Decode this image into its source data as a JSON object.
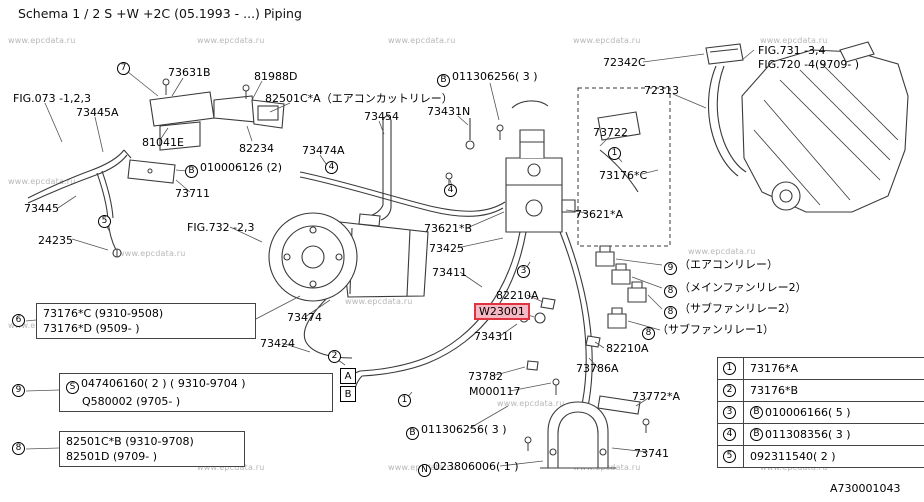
{
  "title": "Schema 1 / 2 S +W +2C (05.1993 - ...) Piping",
  "watermark": "www.epcdata.ru",
  "colors": {
    "highlight_bg": "#f6b9c4",
    "highlight_border": "#e03340",
    "line": "#3a3a3a",
    "watermark_gray": "#b7b7b7"
  },
  "labels": [
    "73631B",
    "81988D",
    "FIG.073 -1,2,3",
    "73445A",
    "82501C*A（エアコンカットリレー）",
    "81041E",
    "82234",
    "73474A",
    "73454",
    "73431N",
    {
      "p": "B",
      "t": "011306256( 3 )"
    },
    "72342C",
    "FIG.731 -3,4",
    "FIG.720 -4(9709- )",
    "72313",
    "73722",
    {
      "p": "B",
      "t": "010006126 (2)"
    },
    "73711",
    "73445",
    "24235",
    "FIG.732 -2,3",
    "73176*C",
    "73621*A",
    "73621*B",
    "73425",
    "73411",
    "82210A",
    "W23001",
    "73431I",
    "82210A",
    "73786A",
    "73474",
    "73424",
    "73782",
    "M000117",
    "73772*A",
    {
      "p": "B",
      "t": "011306256( 3 )"
    },
    {
      "p": "N",
      "t": "023806006( 1 )"
    },
    "73741",
    "A730001043"
  ],
  "relays": [
    {
      "num": "9",
      "text": "（エアコンリレー）"
    },
    {
      "num": "8",
      "text": "（メインファンリレー2）"
    },
    {
      "num": "8",
      "text": "（サブファンリレー2）"
    },
    {
      "num": "8",
      "text": "（サブファンリレー1）"
    }
  ],
  "markers": [
    "7",
    "5",
    "4",
    "4",
    "1",
    "3",
    "2",
    "1"
  ],
  "ab": {
    "a": "A",
    "b": "B"
  },
  "box6": {
    "num": "6",
    "line1": "73176*C (9310-9508)",
    "line2": "73176*D (9509-    )"
  },
  "box9": {
    "num": "9",
    "prefix": "S",
    "line1": "047406160( 2 ) ( 9310-9704 )",
    "line2": "Q580002  (9705-    )"
  },
  "box8": {
    "num": "8",
    "line1": "82501C*B (9310-9708)",
    "line2": "82501D (9709-    )"
  },
  "table": {
    "rows": [
      {
        "num": "1",
        "part": "73176*A"
      },
      {
        "num": "2",
        "part": "73176*B"
      },
      {
        "num": "3",
        "prefix": "B",
        "part": "010006166( 5 )"
      },
      {
        "num": "4",
        "prefix": "B",
        "part": "011308356( 3 )"
      },
      {
        "num": "5",
        "part": "092311540( 2 )"
      }
    ]
  }
}
